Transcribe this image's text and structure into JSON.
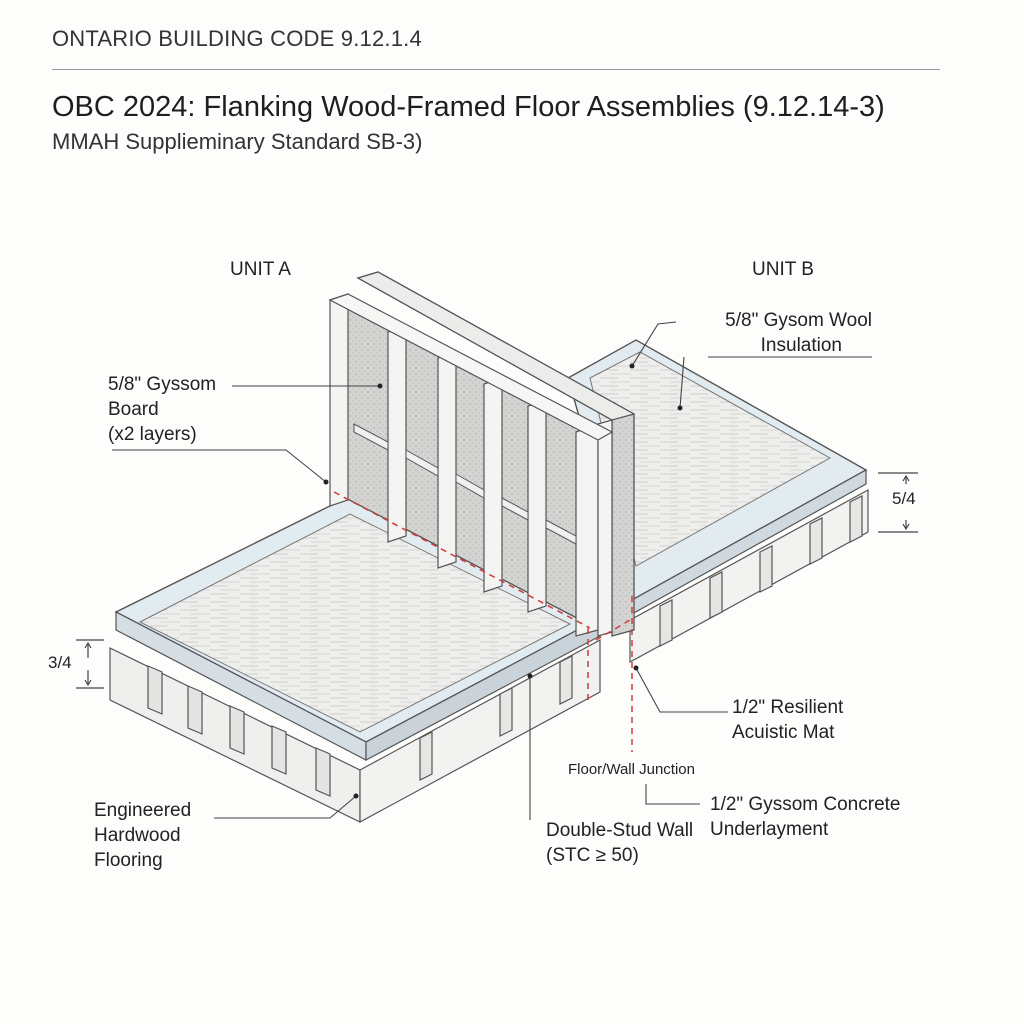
{
  "header": {
    "code_reference": "ONTARIO BUILDING CODE 9.12.1.4",
    "title": "OBC 2024: Flanking Wood-Framed Floor Assemblies (9.12.14-3)",
    "subtitle": "MMAH Supplieminary Standard SB-3)"
  },
  "units": {
    "unit_a": "UNIT A",
    "unit_b": "UNIT B"
  },
  "callouts": {
    "gypsum_board": [
      "5/8\" Gyssom",
      "Board",
      "(x2 layers)"
    ],
    "wool_insulation": [
      "5/8\" Gysom Wool",
      "Insulation"
    ],
    "resilient_mat": [
      "1/2\" Resilient",
      "Acuistic Mat"
    ],
    "junction": "Floor/Wall Junction",
    "concrete_underlayment": [
      "1/2\" Gyssom Concrete",
      "Underlayment"
    ],
    "double_stud_wall": [
      "Double-Stud Wall",
      "(STC ≥ 50)"
    ],
    "hardwood": [
      "Engineered",
      "Hardwood",
      "Flooring"
    ]
  },
  "dimensions": {
    "left": "3/4",
    "right": "5/4"
  },
  "colors": {
    "line": "#4a4a4a",
    "junction_red": "#d33a3a",
    "topping": "#dfe9ef",
    "wood": "#ececea",
    "studs": "#f4f4f2",
    "board": "#d8d8d6"
  }
}
